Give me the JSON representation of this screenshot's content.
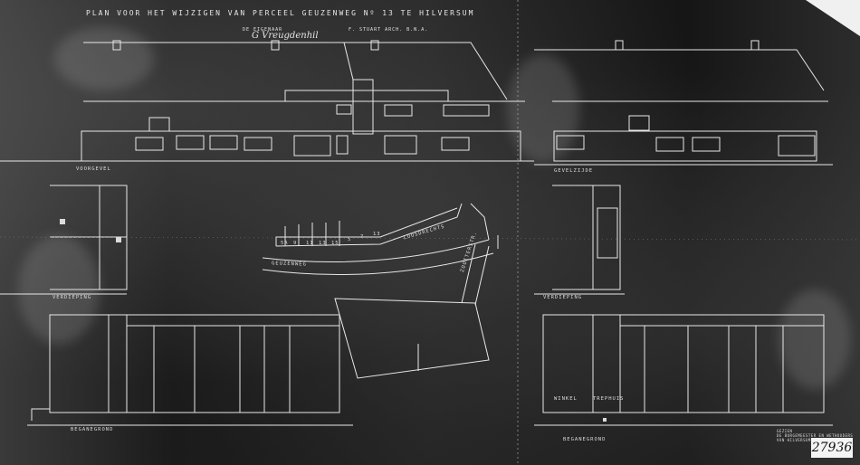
{
  "sheet": {
    "title": "PLAN VOOR HET WIJZIGEN VAN PERCEEL GEUZENWEG Nº 13 TE HILVERSUM",
    "subtitle_left": "DE EIGENAAR",
    "subtitle_right": "F. STUART  ARCH. B.N.A.",
    "signature": "G Vreugdenhil",
    "archive_number": "27936",
    "stamp_lines": [
      "GEZIEN",
      "DE BURGEMEESTER EN WETHOUDERS",
      "VAN HILVERSUM"
    ]
  },
  "labels": {
    "facade_left": "VOORGEVEL",
    "facade_right": "GEVELZIJDE",
    "floor_left": "VERDIEPING",
    "floor_right": "VERDIEPING",
    "ground_left": "BEGANEGROND",
    "ground_right": "BEGANEGROND",
    "street_geuzenweg": "GEUZENWEG",
    "street_right": "ZOOITERSTR.",
    "street_upper": "LOOSDRECHTS",
    "room_left": "WINKEL",
    "room_right": "TREPHUIS",
    "plot_numbers": [
      "5A",
      "9",
      "11",
      "13",
      "15",
      "5",
      "7",
      "13"
    ]
  },
  "colors": {
    "line": "#e8e8e8",
    "paper_dark": "#1c1c1c",
    "tag_bg": "#f4f4f4"
  }
}
